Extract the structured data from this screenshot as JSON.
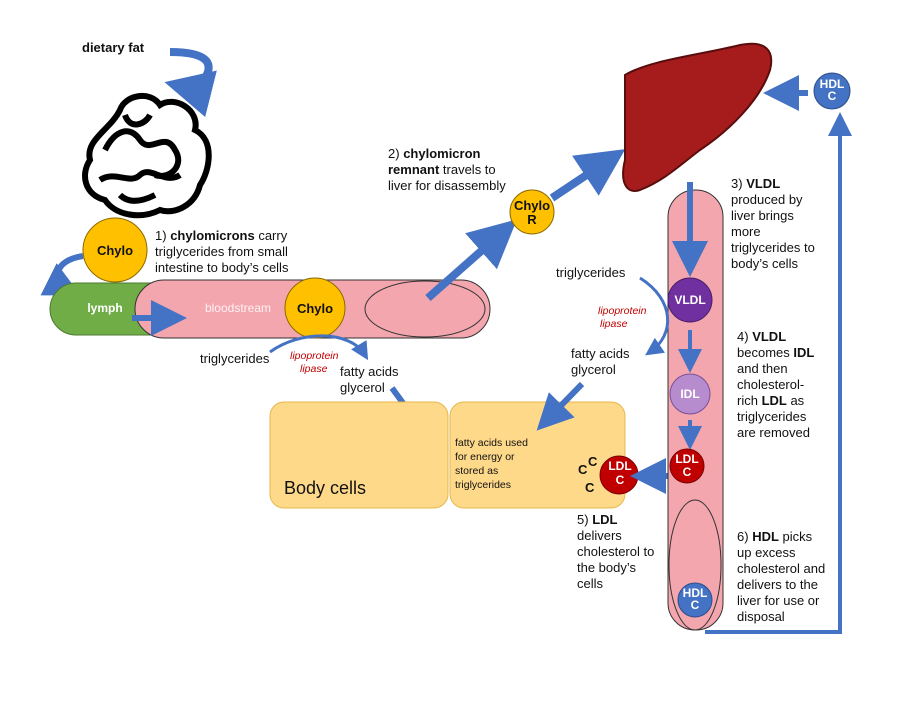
{
  "labels": {
    "dietary_fat": "dietary fat",
    "chylo": "Chylo",
    "lymph": "lymph",
    "bloodstream": "bloodstream",
    "chylo_r_line1": "Chylo",
    "chylo_r_line2": "R",
    "vldl": "VLDL",
    "idl": "IDL",
    "ldl": "LDL",
    "c": "C",
    "hdl": "HDL",
    "triglycerides": "triglycerides",
    "lipoprotein": "lipoprotein",
    "lipase": "lipase",
    "fatty_acids": "fatty acids",
    "glycerol": "glycerol",
    "body_cells": "Body cells",
    "fatty_used": [
      "fatty acids used",
      "for energy or",
      "stored as",
      "triglycerides"
    ]
  },
  "steps": {
    "s1": {
      "num": "1)",
      "bold": "chylomicrons",
      "rest": " carry",
      "lines": [
        "triglycerides from small",
        "intestine to body’s cells"
      ]
    },
    "s2": {
      "num": "2)",
      "bold": "chylomicron",
      "line2_bold": "remnant",
      "line2_rest": " travels to",
      "line3": "liver for disassembly"
    },
    "s3": {
      "num": "3)",
      "bold": "VLDL",
      "lines": [
        "produced by",
        "liver brings",
        "more",
        "triglycerides to",
        "body’s cells"
      ]
    },
    "s4": {
      "num": "4)",
      "bold": "VLDL",
      "l2a": "becomes ",
      "l2b": "IDL",
      "l3": "and then",
      "l4": "cholesterol-",
      "l5a": "rich ",
      "l5b": "LDL",
      "l5c": " as",
      "l6": "triglycerides",
      "l7": "are removed"
    },
    "s5": {
      "num": "5)",
      "bold": "LDL",
      "lines": [
        "delivers",
        "cholesterol to",
        "the body’s",
        "cells"
      ]
    },
    "s6": {
      "num": "6)",
      "bold": "HDL",
      "rest": " picks",
      "lines": [
        "up excess",
        "cholesterol and",
        "delivers to the",
        "liver for use or",
        "disposal"
      ]
    }
  },
  "colors": {
    "chylo": "#ffc000",
    "lymph": "#70ad47",
    "bloodstream": "#f4a6ae",
    "vldl": "#7030a0",
    "idl": "#b78ccf",
    "ldl": "#c00000",
    "hdl": "#4472c4",
    "liver": "#a61c1c",
    "body_cells": "#ffd98a",
    "arrow": "#4472c4"
  }
}
